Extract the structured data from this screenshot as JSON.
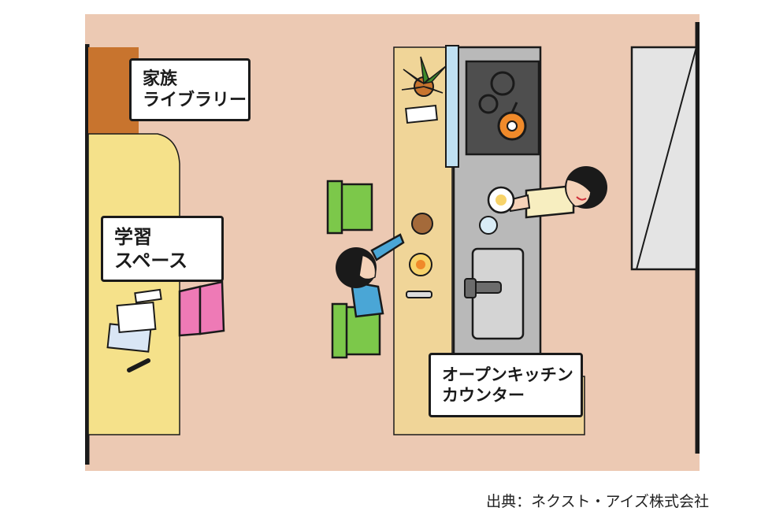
{
  "labels": {
    "family_library": {
      "line1": "家族",
      "line2": "ライブラリー"
    },
    "study_space": {
      "line1": "学習",
      "line2": "スペース"
    },
    "open_kitchen_counter": {
      "line1": "オープンキッチン",
      "line2": "カウンター"
    }
  },
  "credit": "出典：ネクスト・アイズ株式会社",
  "colors": {
    "floor": "#ecc9b3",
    "desk_yellow": "#f5e18a",
    "counter_tan": "#f0d598",
    "bookshelf_brown": "#c8742e",
    "chair_green": "#7cc84a",
    "kitchen_gray": "#b9b9b9",
    "pink_book": "#ee7ab6",
    "pot_orange": "#f08a2a",
    "outline": "#1a1a1a"
  },
  "icons": [
    "plant-icon",
    "pot-icon",
    "faucet-icon",
    "book-icon",
    "pencil-icon"
  ]
}
